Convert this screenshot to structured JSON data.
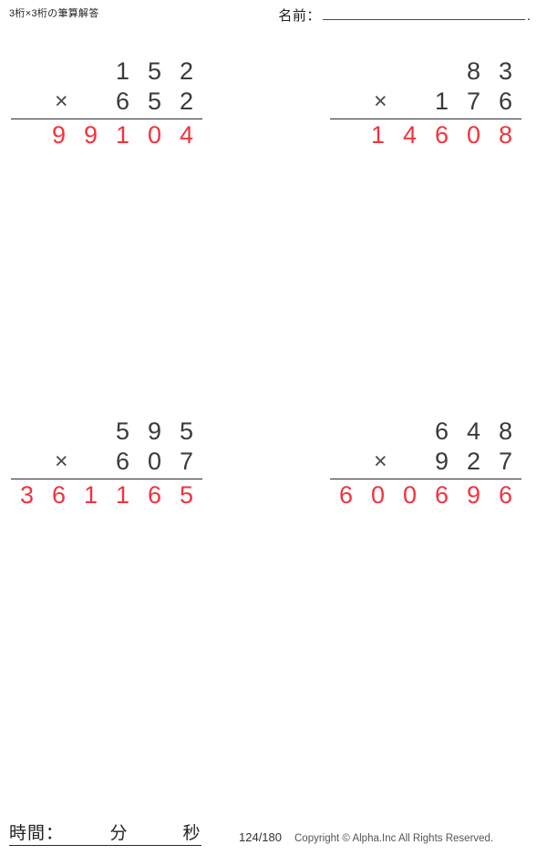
{
  "header": {
    "title": "3桁×3桁の筆算解答",
    "name_label": "名前：",
    "name_value": "",
    "name_trailing": "."
  },
  "problems": [
    {
      "id": "problem-1",
      "multiplicand": "152",
      "operator": "×",
      "multiplier": "652",
      "answer": "99104"
    },
    {
      "id": "problem-2",
      "multiplicand": "83",
      "operator": "×",
      "multiplier": "176",
      "answer": "14608"
    },
    {
      "id": "problem-3",
      "multiplicand": "595",
      "operator": "×",
      "multiplier": "607",
      "answer": "361165"
    },
    {
      "id": "problem-4",
      "multiplicand": "648",
      "operator": "×",
      "multiplier": "927",
      "answer": "600696"
    }
  ],
  "footer": {
    "time_label": "時間：",
    "minutes_unit": "分",
    "seconds_unit": "秒",
    "time_line": "時間：　　　分　　　秒",
    "page_number": "124/180",
    "copyright": "Copyright © Alpha.Inc All Rights Reserved."
  },
  "colors": {
    "answer_red": "#f4323c",
    "ink": "#231f20",
    "rule": "#2b2b2b"
  }
}
